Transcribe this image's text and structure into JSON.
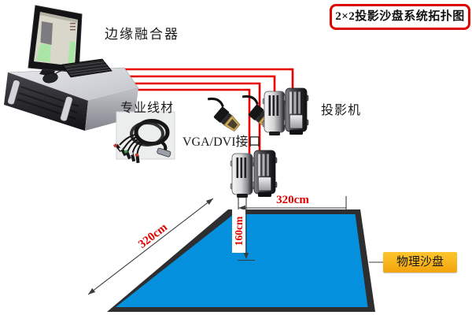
{
  "title": "2×2投影沙盘系统拓扑图",
  "labels": {
    "edge_blender": "边缘融合器",
    "cable": "专业线材",
    "connector": "VGA/DVI接口",
    "projectors": "投影机",
    "sandbox": "物理沙盘"
  },
  "dimensions": {
    "width": "320cm",
    "depth": "320cm",
    "height": "160cm"
  },
  "colors": {
    "cable_red": "#e80000",
    "title_border": "#dd0000",
    "dimension_text": "#e10000",
    "sandbox_blue": "#0590dd",
    "sandbox_border": "#2e2e30",
    "sandbox_label_bg": "#fbb120"
  }
}
